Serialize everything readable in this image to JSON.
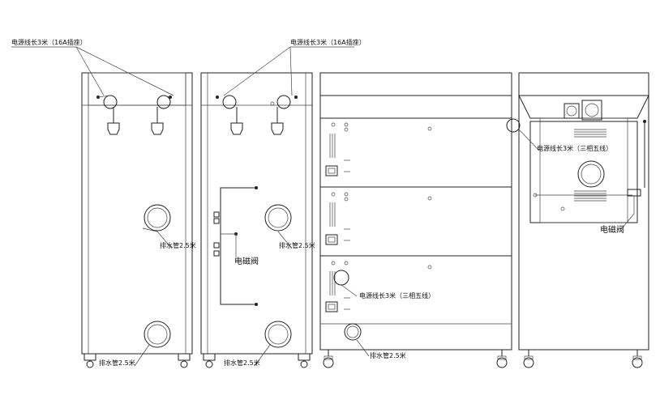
{
  "labels": {
    "power_16a_left": "电源线长3米（16A插座）",
    "power_16a_right": "电源线长3米（16A插座）",
    "drain_25_mid_1": "排水管2.5米",
    "drain_25_mid_2": "排水管2.5米",
    "drain_25_bottom_1": "排水管2.5米",
    "drain_25_bottom_2": "排水管2.5米",
    "drain_25_bottom_3": "排水管2.5米",
    "solenoid_valve_1": "电磁阀",
    "solenoid_valve_2": "电磁阀",
    "power_3phase_side": "电源线长3米（三相五线）",
    "power_3phase_front": "电源线长3米（三相五线）"
  },
  "colors": {
    "line": "#222222",
    "background": "#ffffff"
  }
}
